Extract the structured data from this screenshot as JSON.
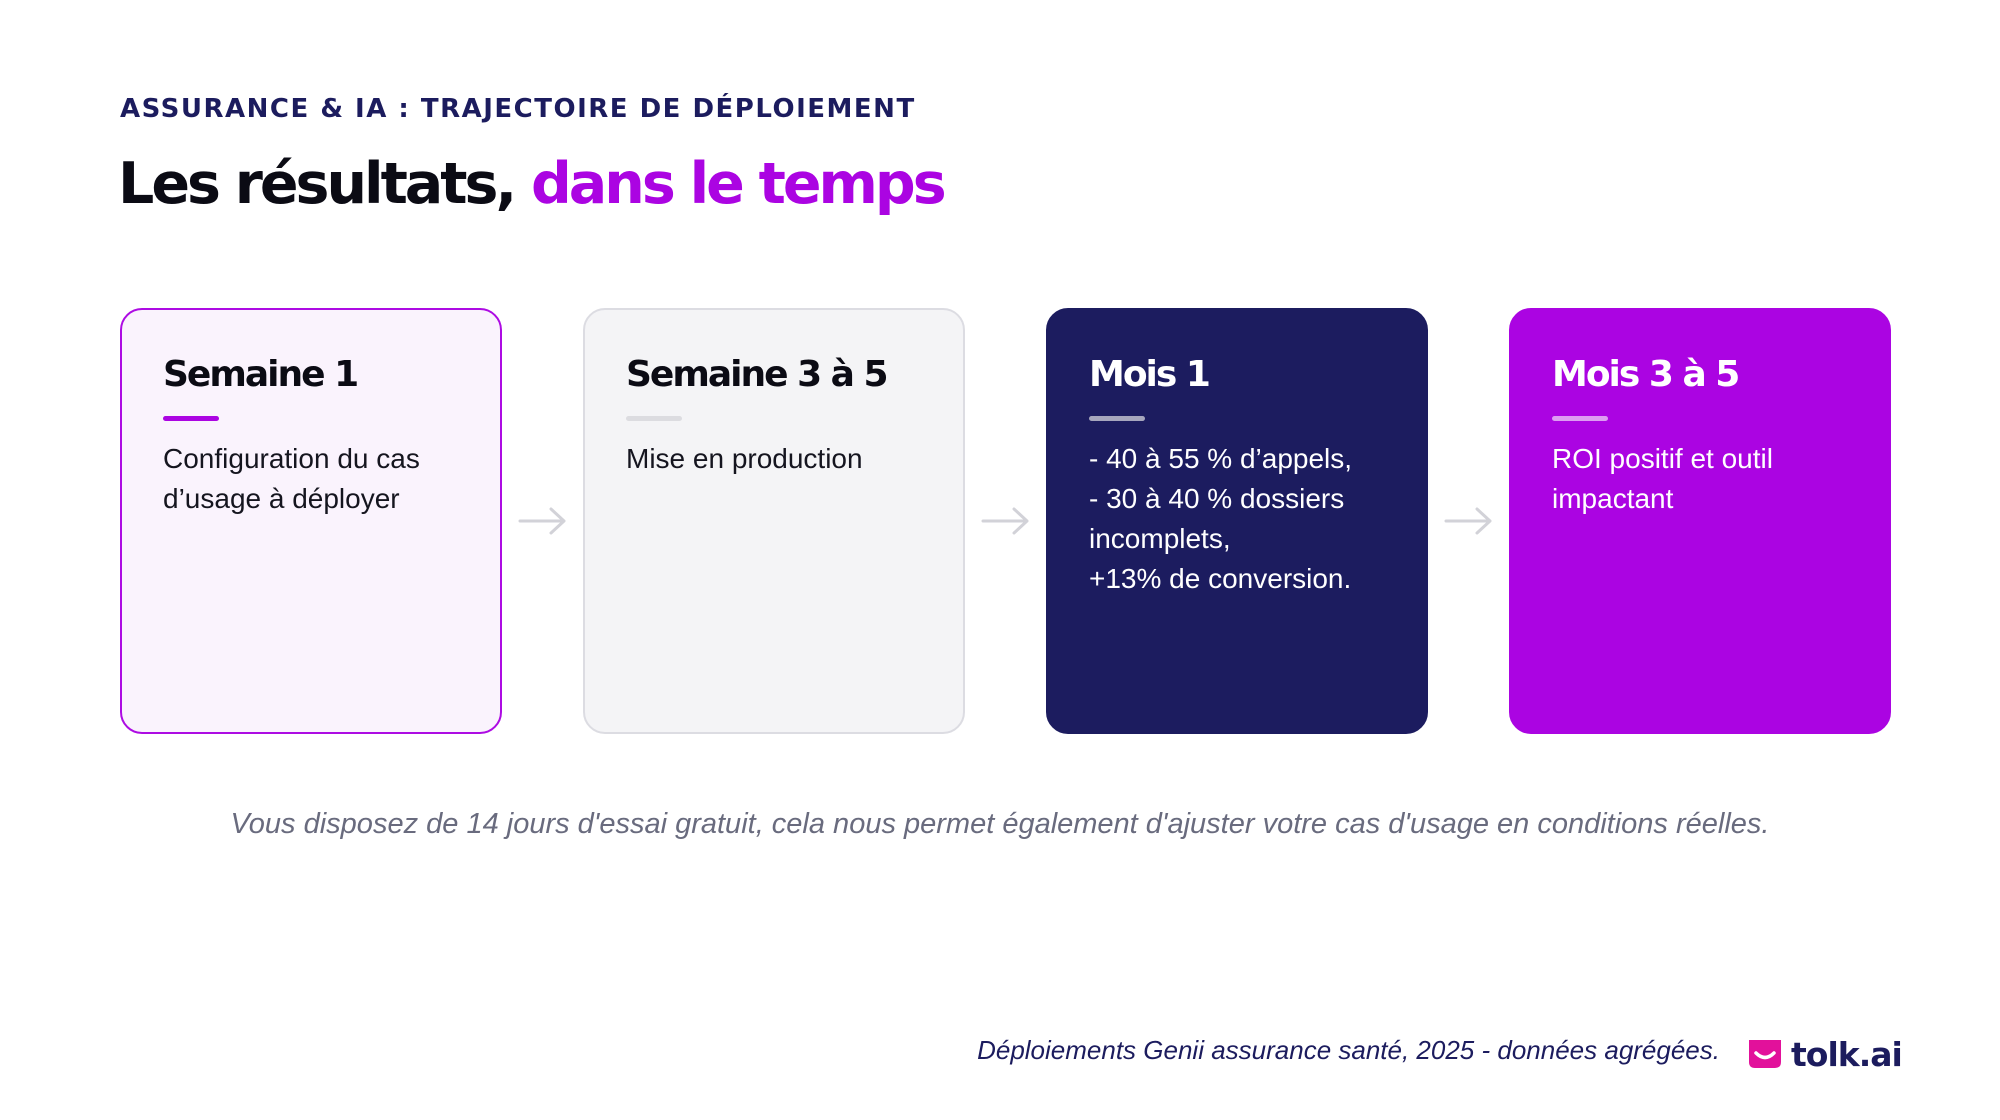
{
  "header": {
    "eyebrow": "ASSURANCE & IA : TRAJECTOIRE DE DÉPLOIEMENT",
    "title_main": "Les résultats,",
    "title_accent": "dans le temps"
  },
  "steps": [
    {
      "title": "Semaine 1",
      "body": "Configuration du cas\nd’usage à déployer"
    },
    {
      "title": "Semaine 3 à 5",
      "body": "Mise en production"
    },
    {
      "title": "Mois 1",
      "body": "- 40 à 55 % d’appels,\n- 30 à 40 % dossiers\nincomplets,\n+13% de conversion."
    },
    {
      "title": "Mois 3 à 5",
      "body": "ROI positif et outil\nimpactant"
    }
  ],
  "note": "Vous disposez de 14 jours d'essai gratuit, cela nous permet également d'ajuster votre cas d'usage en conditions réelles.",
  "footer": {
    "source": "Déploiements Genii assurance santé, 2025 - données agrégées.",
    "logo_text": "tolk.ai"
  },
  "icons": {
    "arrow": "arrow-right-icon",
    "logo": "tolk-logo-icon"
  },
  "colors": {
    "accent_purple": "#ab04e2",
    "navy": "#1c1c5f",
    "light_purple_bg": "#faf3fd",
    "light_gray_bg": "#f4f4f6",
    "muted_text": "#696b7e"
  }
}
